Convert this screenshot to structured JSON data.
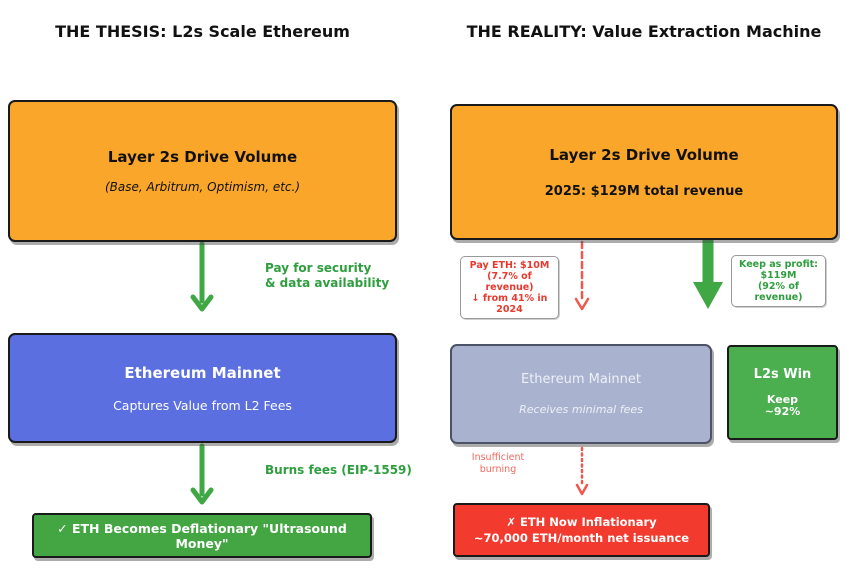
{
  "titles": {
    "left": "THE THESIS: L2s Scale Ethereum",
    "right": "THE REALITY: Value Extraction Machine"
  },
  "thesis": {
    "l2_box": {
      "title": "Layer 2s Drive Volume",
      "subtitle": "(Base, Arbitrum, Optimism, etc.)"
    },
    "pay_label": [
      "Pay for security",
      "& data availability"
    ],
    "mainnet_box": {
      "title": "Ethereum Mainnet",
      "subtitle": "Captures Value from L2 Fees"
    },
    "burns_label": "Burns fees (EIP-1559)",
    "outcome_box": {
      "text": "✓ ETH Becomes Deflationary \"Ultrasound Money\""
    }
  },
  "reality": {
    "l2_box": {
      "title": "Layer 2s Drive Volume",
      "subtitle": "2025: $129M total revenue"
    },
    "pay_eth_label": [
      "Pay ETH: $10M",
      "(7.7% of revenue)",
      "↓ from 41% in 2024"
    ],
    "keep_label": [
      "Keep as profit:",
      "$119M",
      "(92% of revenue)"
    ],
    "mainnet_box": {
      "title": "Ethereum Mainnet",
      "subtitle": "Receives minimal fees"
    },
    "l2s_win_box": {
      "title": "L2s Win",
      "line2": "Keep",
      "line3": "~92%"
    },
    "insufficient_label": [
      "Insufficient",
      "burning"
    ],
    "outcome_box": [
      "✗ ETH Now Inflationary",
      "~70,000 ETH/month net issuance"
    ]
  },
  "colors": {
    "orange": "#FAA62B",
    "blue": "#5B6FE0",
    "muted_blue": "#A9B3D0",
    "green_outcome": "#43A643",
    "green_win": "#4BAE4F",
    "red_outcome": "#F23B2E",
    "arrow_green": "#3FA845",
    "arrow_red": "#F0584C",
    "label_red_text": "#E8392F",
    "label_green_text": "#2E9E3E"
  }
}
